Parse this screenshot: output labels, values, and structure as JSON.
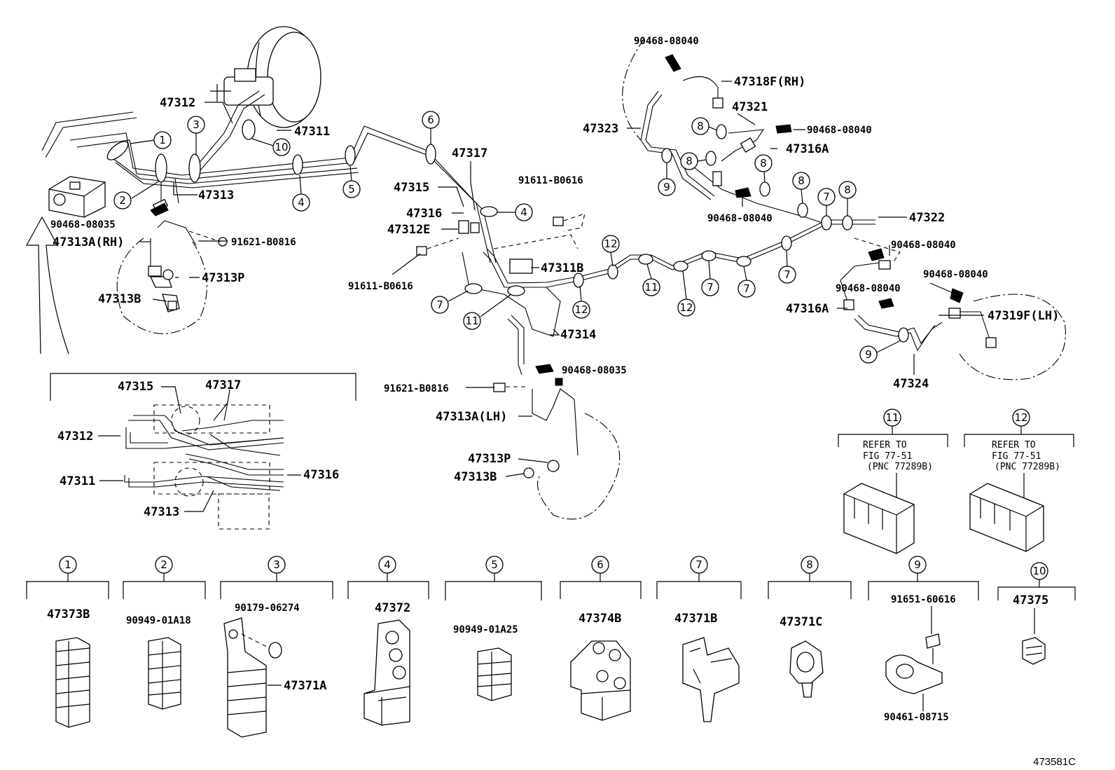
{
  "labels": {
    "p47312_top": "47312",
    "p47311_top": "47311",
    "p47313_top": "47313",
    "p90468_08035_a": "90468-08035",
    "p47313A_RH": "47313A(RH)",
    "p91621_B0816_a": "91621-B0816",
    "p47313P_a": "47313P",
    "p47313B_a": "47313B",
    "p47317_top": "47317",
    "p47315_top": "47315",
    "p47316_top": "47316",
    "p47312E": "47312E",
    "p91611_B0616_a": "91611-B0616",
    "p91611_B0616_b": "91611-B0616",
    "p47311B": "47311B",
    "p47314": "47314",
    "p90468_08035_b": "90468-08035",
    "p91621_B0816_b": "91621-B0816",
    "p47313A_LH": "47313A(LH)",
    "p47313P_b": "47313P",
    "p47313B_b": "47313B",
    "p90468_08040_a": "90468-08040",
    "p47318F_RH": "47318F(RH)",
    "p47321": "47321",
    "p47323": "47323",
    "p90468_08040_b": "90468-08040",
    "p47316A_a": "47316A",
    "p90468_08040_c": "90468-08040",
    "p47322": "47322",
    "p90468_08040_d": "90468-08040",
    "p90468_08040_e": "90468-08040",
    "p90468_08040_f": "90468-08040",
    "p47316A_b": "47316A",
    "p47319F_LH": "47319F(LH)",
    "p47324": "47324",
    "d47315": "47315",
    "d47317": "47317",
    "d47312": "47312",
    "d47311": "47311",
    "d47316": "47316",
    "d47313": "47313"
  },
  "refer_boxes": [
    {
      "num": "11",
      "line1": "REFER TO",
      "line2": "FIG 77-51",
      "line3": "(PNC 77289B)"
    },
    {
      "num": "12",
      "line1": "REFER TO",
      "line2": "FIG 77-51",
      "line3": "(PNC 77289B)"
    }
  ],
  "legend": [
    {
      "num": "1",
      "part": "47373B"
    },
    {
      "num": "2",
      "part": "90949-01A18"
    },
    {
      "num": "3",
      "part": "90179-06274",
      "part2": "47371A"
    },
    {
      "num": "4",
      "part": "47372"
    },
    {
      "num": "5",
      "part": "90949-01A25"
    },
    {
      "num": "6",
      "part": "47374B"
    },
    {
      "num": "7",
      "part": "47371B"
    },
    {
      "num": "8",
      "part": "47371C"
    },
    {
      "num": "9",
      "part": "91651-60616",
      "part2": "90461-08715"
    },
    {
      "num": "10",
      "part": "47375"
    }
  ],
  "callouts": {
    "c1": "1",
    "c2": "2",
    "c3": "3",
    "c4a": "4",
    "c4b": "4",
    "c5": "5",
    "c6": "6",
    "c7a": "7",
    "c7b": "7",
    "c7c": "7",
    "c7d": "7",
    "c7e": "7",
    "c8a": "8",
    "c8b": "8",
    "c8c": "8",
    "c8d": "8",
    "c8e": "8",
    "c9a": "9",
    "c9b": "9",
    "c10": "10",
    "c11a": "11",
    "c11b": "11",
    "c12a": "12",
    "c12b": "12",
    "c12c": "12"
  },
  "figure_code": "473581C"
}
